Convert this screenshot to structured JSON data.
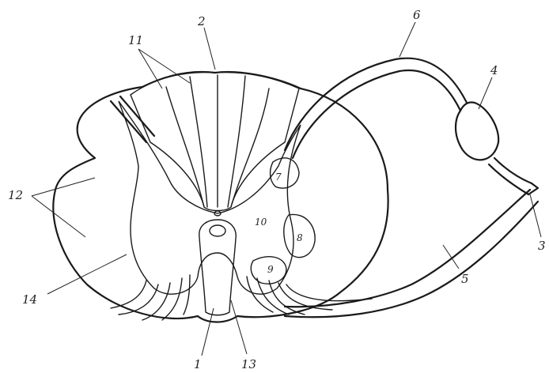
{
  "labels": {
    "l1": "1",
    "l2": "2",
    "l4": "4",
    "l5": "5",
    "l6": "6",
    "l7": "7",
    "l8": "8",
    "l9": "9",
    "l10": "10",
    "l11": "11",
    "l12": "12",
    "l13": "13",
    "l14": "14",
    "l3": "3"
  },
  "colors": {
    "ink": "#1a1a1a",
    "paper": "#ffffff"
  }
}
